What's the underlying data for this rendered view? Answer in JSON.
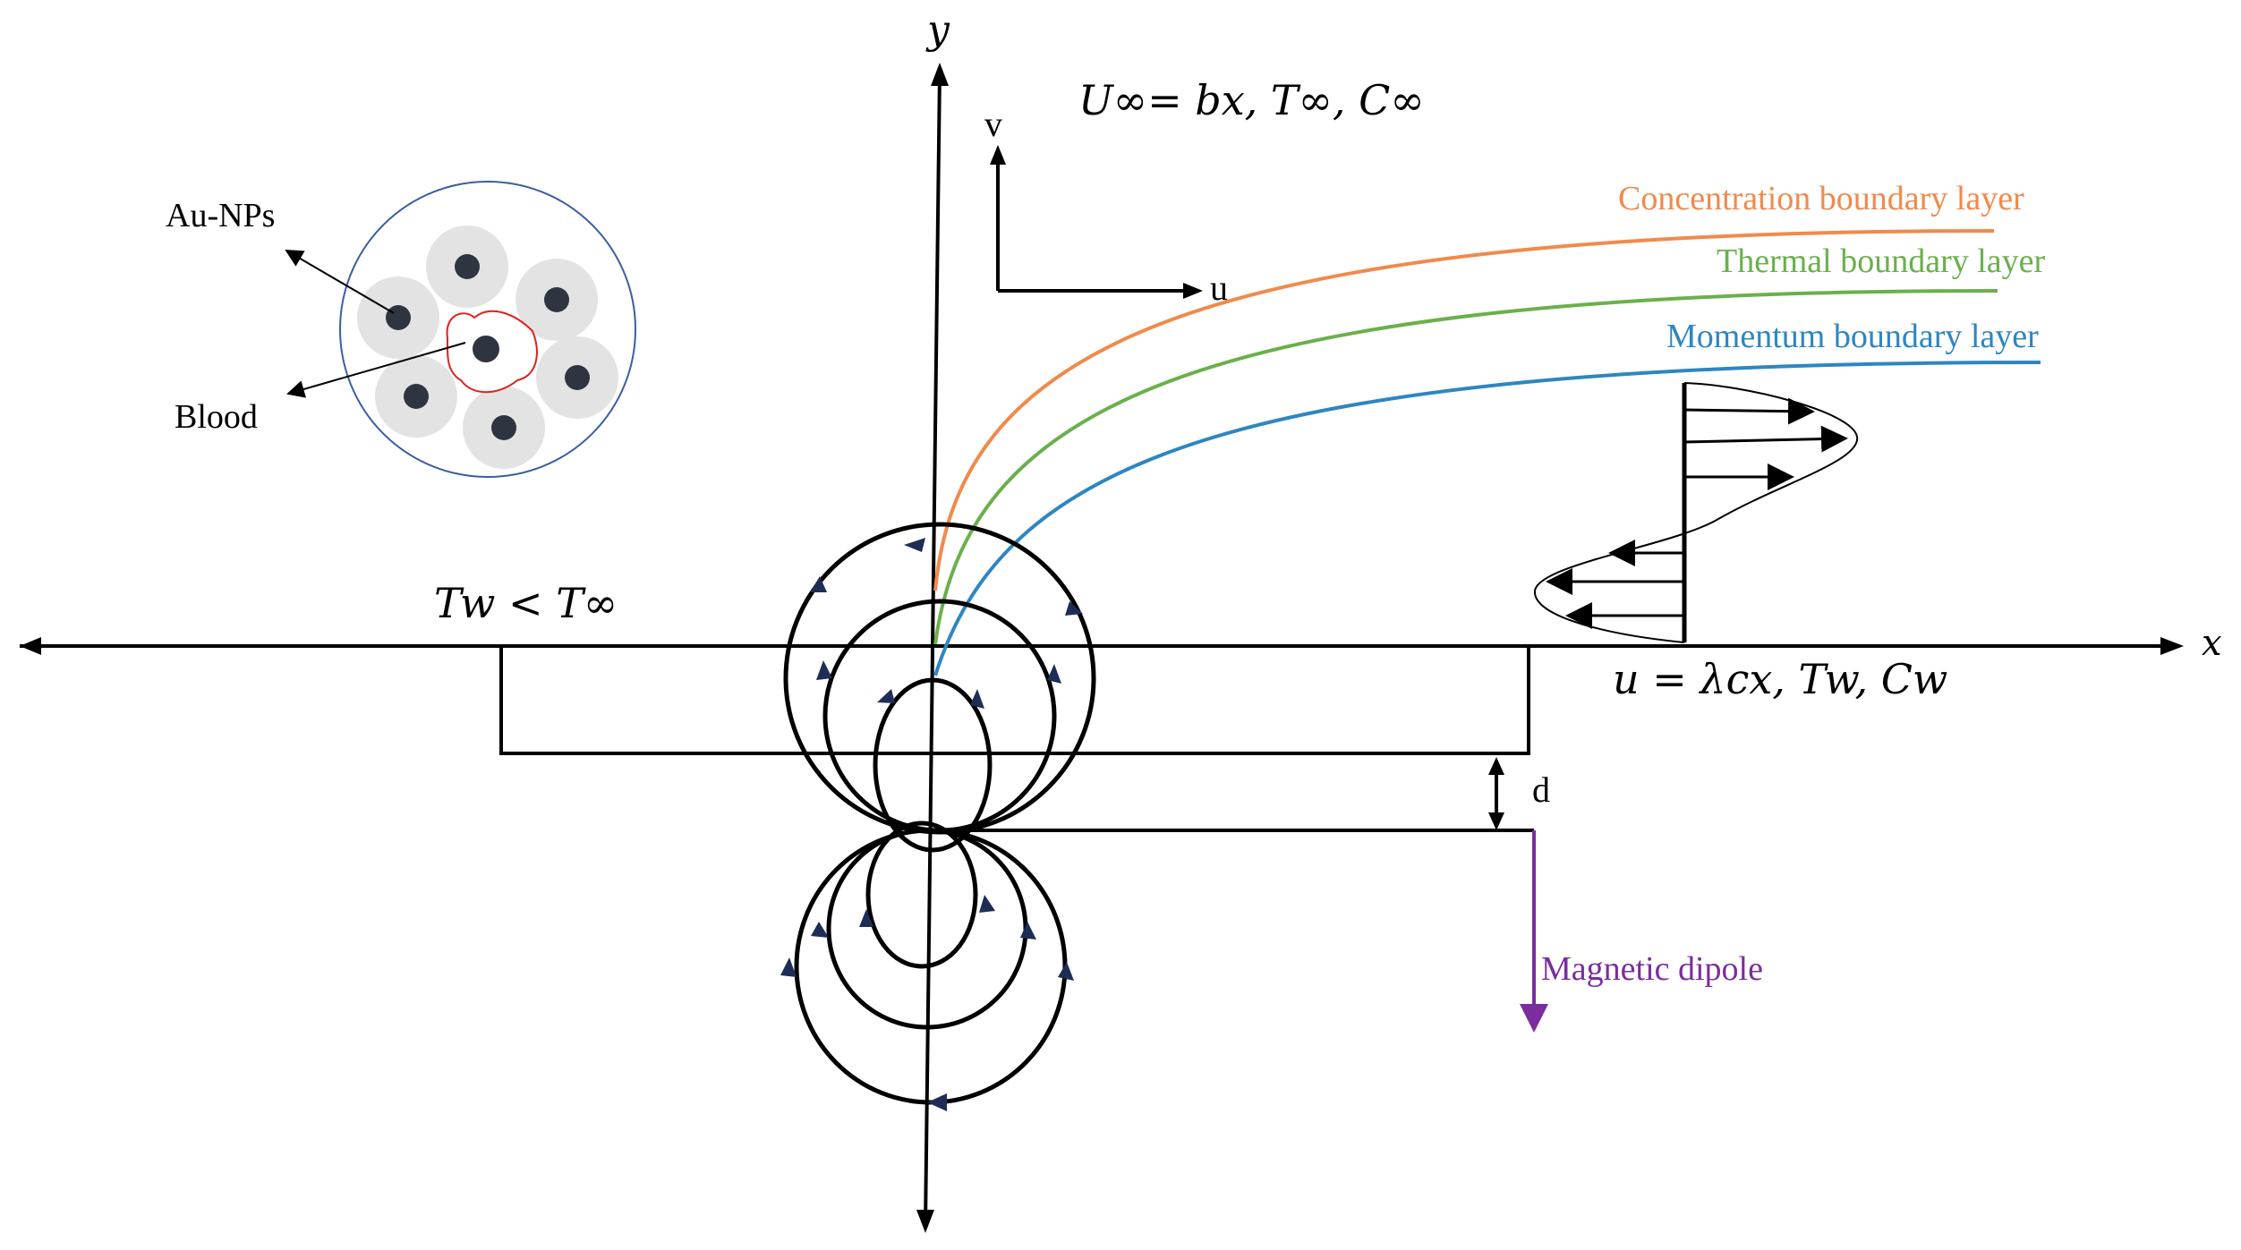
{
  "axes": {
    "x_label": "x",
    "y_label": "y"
  },
  "velocity_components": {
    "v_label": "v",
    "u_label": "u"
  },
  "free_stream": {
    "text": "U∞= bx, T∞, C∞"
  },
  "boundary_layers": {
    "concentration": {
      "label": "Concentration boundary layer",
      "color": "#f08a4b"
    },
    "thermal": {
      "label": "Thermal boundary layer",
      "color": "#6ab04c"
    },
    "momentum": {
      "label": "Momentum boundary layer",
      "color": "#2e86c1"
    }
  },
  "nanoparticle_inset": {
    "au_label": "Au-NPs",
    "blood_label": "Blood",
    "outline_color": "#3a5fa0",
    "blood_color": "#e02020"
  },
  "wall_condition": {
    "temperature_text": "Tw < T∞",
    "surface_text": "u = λcx, Tw, Cw"
  },
  "dipole": {
    "distance_label": "d",
    "label": "Magnetic dipole",
    "color": "#7b2d9e"
  }
}
